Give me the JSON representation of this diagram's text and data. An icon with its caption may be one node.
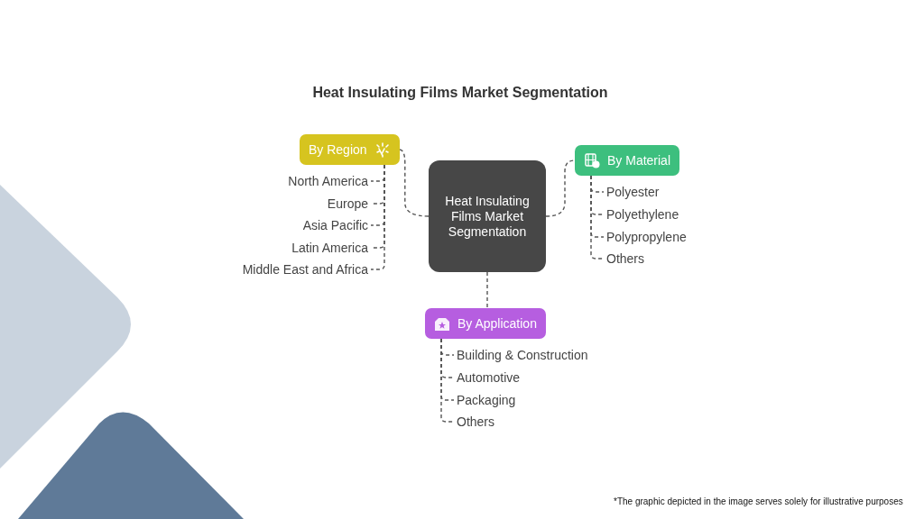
{
  "diagram": {
    "title": "Heat Insulating Films Market Segmentation",
    "nodes": [
      {
        "text": [
          "Heat Insulating Films Market Segmentation"
        ]
      },
      {
        "text": [
          "By Region"
        ]
      },
      {
        "text": [
          "By Material"
        ]
      },
      {
        "text": [
          "By Application"
        ]
      },
      {
        "text": [
          "North America"
        ]
      },
      {
        "text": [
          "Europe"
        ]
      },
      {
        "text": [
          "Asia Pacific"
        ]
      },
      {
        "text": [
          "Latin America"
        ]
      },
      {
        "text": [
          "Middle East and Africa"
        ]
      },
      {
        "text": [
          "Polyester"
        ]
      },
      {
        "text": [
          "Polyethylene"
        ]
      },
      {
        "text": [
          "Polypropylene"
        ]
      },
      {
        "text": [
          "Others"
        ]
      },
      {
        "text": [
          "Building & Construction"
        ]
      },
      {
        "text": [
          "Automotive"
        ]
      },
      {
        "text": [
          "Packaging"
        ]
      },
      {
        "text": [
          "Others"
        ]
      }
    ],
    "edges": [
      {
        "from": 0,
        "to": 1,
        "arrow": "none",
        "style": "dashed"
      },
      {
        "from": 0,
        "to": 2,
        "arrow": "none",
        "style": "dashed"
      },
      {
        "from": 0,
        "to": 3,
        "arrow": "none",
        "style": "dashed"
      },
      {
        "from": 1,
        "to": 4,
        "arrow": "none",
        "style": "dashed"
      },
      {
        "from": 1,
        "to": 5,
        "arrow": "none",
        "style": "dashed"
      },
      {
        "from": 1,
        "to": 6,
        "arrow": "none",
        "style": "dashed"
      },
      {
        "from": 1,
        "to": 7,
        "arrow": "none",
        "style": "dashed"
      },
      {
        "from": 1,
        "to": 8,
        "arrow": "none",
        "style": "dashed"
      },
      {
        "from": 2,
        "to": 9,
        "arrow": "none",
        "style": "dashed"
      },
      {
        "from": 2,
        "to": 10,
        "arrow": "none",
        "style": "dashed"
      },
      {
        "from": 2,
        "to": 11,
        "arrow": "none",
        "style": "dashed"
      },
      {
        "from": 2,
        "to": 12,
        "arrow": "none",
        "style": "dashed"
      },
      {
        "from": 3,
        "to": 13,
        "arrow": "none",
        "style": "dashed"
      },
      {
        "from": 3,
        "to": 14,
        "arrow": "none",
        "style": "dashed"
      },
      {
        "from": 3,
        "to": 15,
        "arrow": "none",
        "style": "dashed"
      },
      {
        "from": 3,
        "to": 16,
        "arrow": "none",
        "style": "dashed"
      }
    ],
    "labels": [
      "*The graphic depicted in the image serves solely for illustrative purposes"
    ]
  }
}
